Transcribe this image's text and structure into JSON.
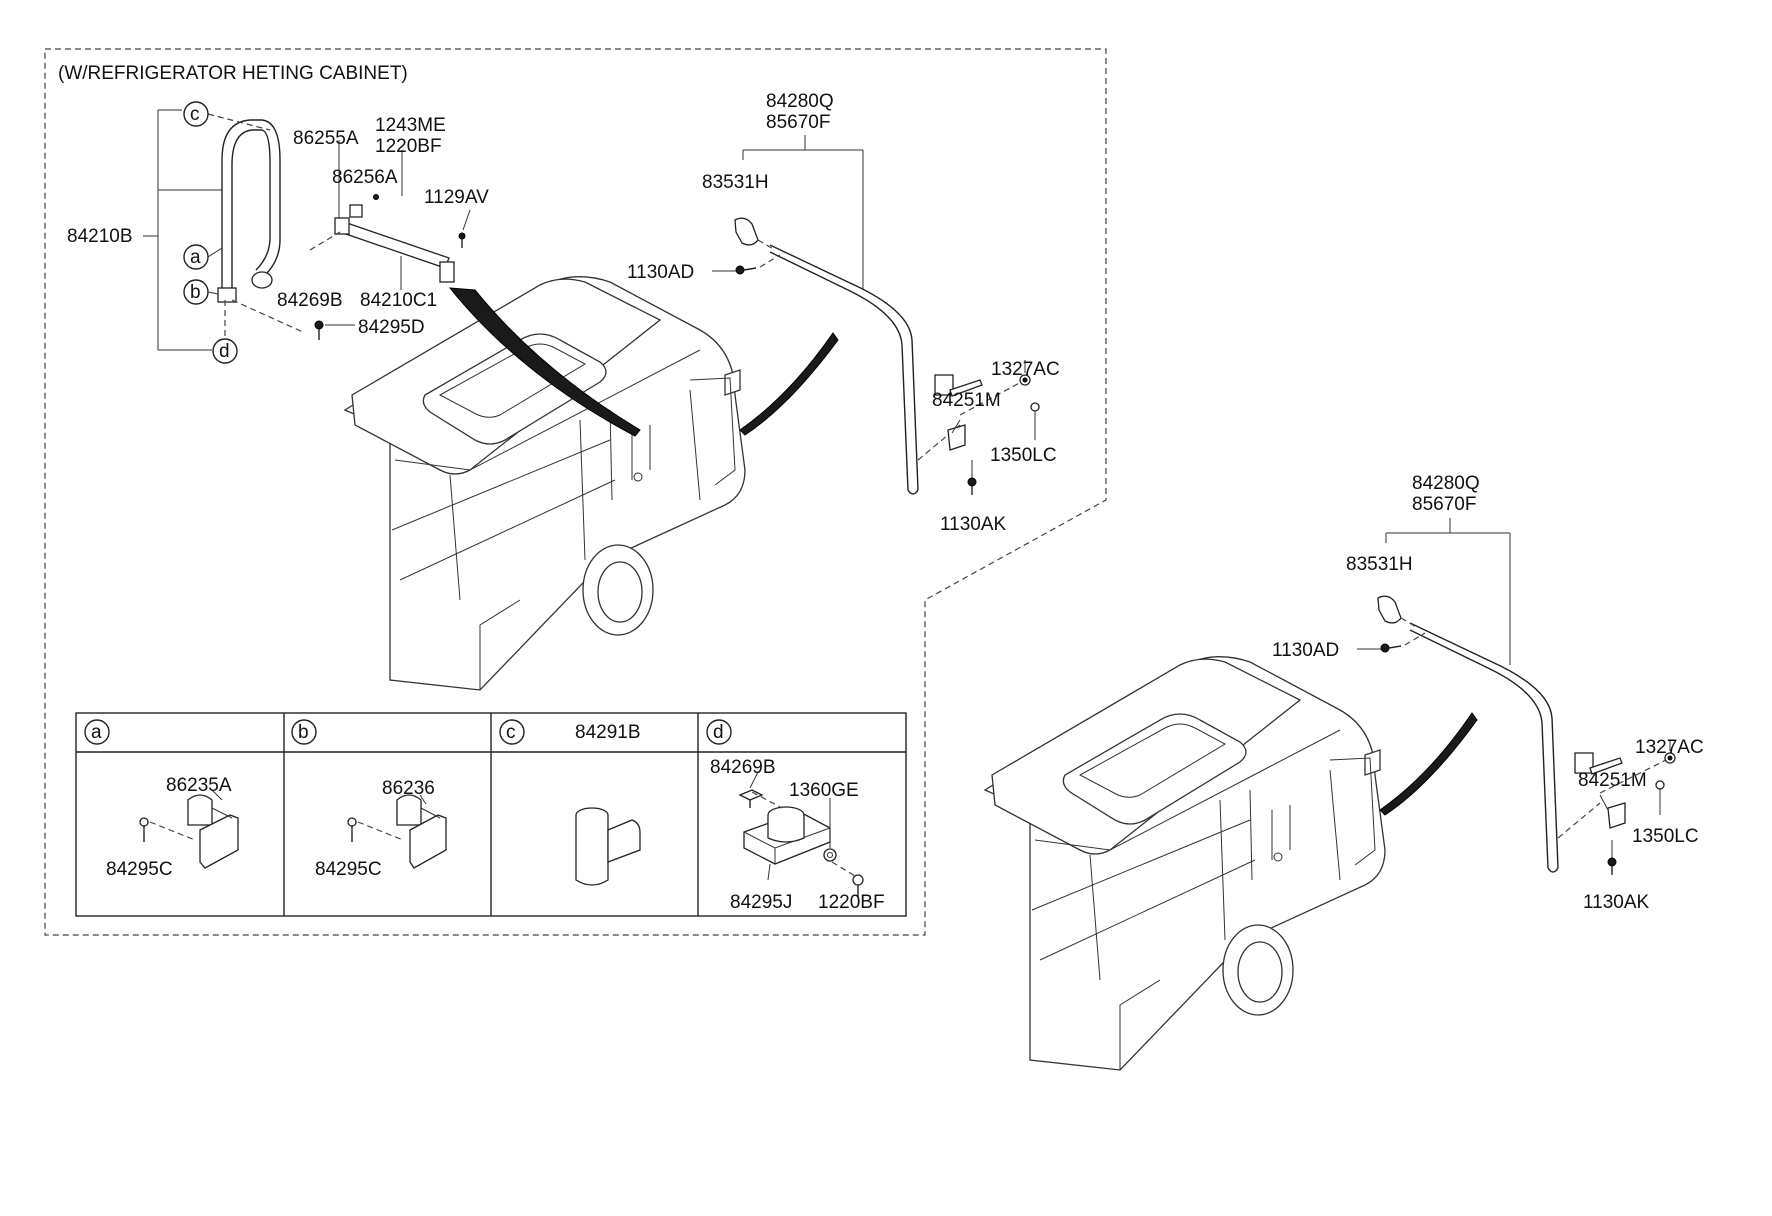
{
  "diagram": {
    "title": "(W/REFRIGERATOR  HETING CABINET)",
    "upper": {
      "c_label": "c",
      "a_label": "a",
      "b_label": "b",
      "d_label": "d",
      "p84210B": "84210B",
      "p86255A": "86255A",
      "p1243ME": "1243ME",
      "p1220BF": "1220BF",
      "p86256A": "86256A",
      "p1129AV": "1129AV",
      "p84269B": "84269B",
      "p84210C1": "84210C1",
      "p84295D": "84295D",
      "p84280Q": "84280Q",
      "p85670F": "85670F",
      "p83531H": "83531H",
      "p1130AD": "1130AD",
      "p1327AC": "1327AC",
      "p84251M": "84251M",
      "p1350LC": "1350LC",
      "p1130AK": "1130AK"
    },
    "detail_table": {
      "a": {
        "tag": "a",
        "part": "86235A",
        "screw": "84295C"
      },
      "b": {
        "tag": "b",
        "part": "86236",
        "screw": "84295C"
      },
      "c": {
        "tag": "c",
        "header": "84291B"
      },
      "d": {
        "tag": "d",
        "pin": "84269B",
        "washer": "1360GE",
        "base": "84295J",
        "bolt": "1220BF"
      }
    },
    "lower": {
      "p84280Q": "84280Q",
      "p85670F": "85670F",
      "p83531H": "83531H",
      "p1130AD": "1130AD",
      "p1327AC": "1327AC",
      "p84251M": "84251M",
      "p1350LC": "1350LC",
      "p1130AK": "1130AK"
    }
  }
}
